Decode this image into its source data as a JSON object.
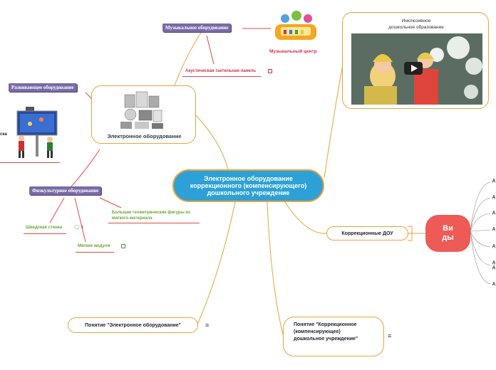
{
  "central": {
    "label": "Электронное оборудование коррекционного (компенсирующего) дошкольного учреждение"
  },
  "electronic": {
    "label": "Электронное оборудование"
  },
  "music_equipment": {
    "label": "Музыкальное оборудование"
  },
  "music_center": {
    "label": "Музыкальный центр"
  },
  "acoustic_panel": {
    "label": "Акустическая тактильная панель"
  },
  "developing_equipment": {
    "label": "Развивающее оборудование"
  },
  "board_fragment": {
    "label": "ска"
  },
  "sport_equipment": {
    "label": "Физкультурное оборудование"
  },
  "swedish_wall": {
    "label": "Шведская стенка",
    "comment_count": "1"
  },
  "soft_modules": {
    "label": "Мягкие модули"
  },
  "geometric_figures": {
    "label": "Большие геометрические фигуры из мягкого материала"
  },
  "inclusive": {
    "title_line1": "Инклюзивное",
    "title_line2": "дошкольное образование"
  },
  "correction_dou": {
    "label": "Коррекционные ДОУ"
  },
  "types": {
    "label": "Ви ды",
    "items": [
      "д",
      "д",
      "д",
      "д",
      "д",
      "д д",
      "д"
    ]
  },
  "concept_electronic": {
    "label": "Понятие \"Электронное оборудование\""
  },
  "concept_correction": {
    "label": "Понятие \"Коррекционное (компенсирующее) дошкольное учреждение\""
  },
  "colors": {
    "central_fill": "#2da0d8",
    "branch": "#e8a33a",
    "link_red": "#e34a4a",
    "purple_tag": "#7a6aa6",
    "types_node": "#ee5a55"
  }
}
